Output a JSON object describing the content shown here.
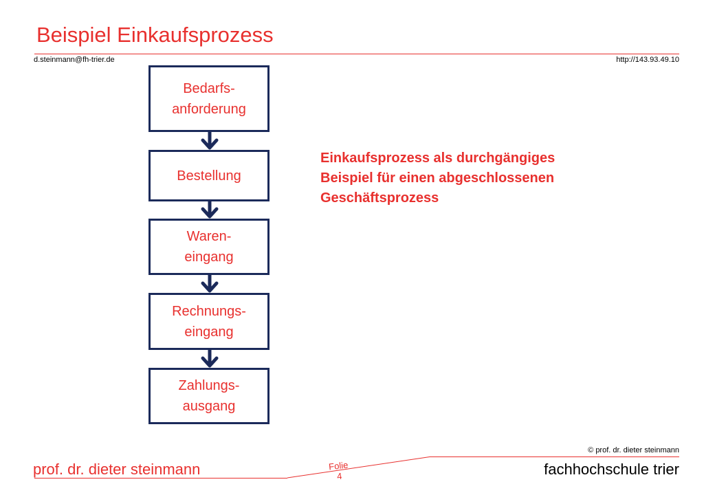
{
  "slide": {
    "title": "Beispiel Einkaufsprozess",
    "email": "d.steinmann@fh-trier.de",
    "url": "http://143.93.49.10"
  },
  "flow": {
    "steps": [
      {
        "line1": "Bedarfs-",
        "line2": "anforderung"
      },
      {
        "line1": "Bestellung",
        "line2": ""
      },
      {
        "line1": "Waren-",
        "line2": "eingang"
      },
      {
        "line1": "Rechnungs-",
        "line2": "eingang"
      },
      {
        "line1": "Zahlungs-",
        "line2": "ausgang"
      }
    ]
  },
  "note": {
    "text": "Einkaufsprozess als durchgängiges Beispiel für einen abgeschlossenen Geschäftsprozess"
  },
  "footer": {
    "author": "prof. dr. dieter steinmann",
    "school": "fachhochschule trier",
    "copyright": "© prof. dr. dieter steinmann",
    "folie_label": "Folie",
    "folie_number": "4"
  },
  "colors": {
    "accent": "#e8302e",
    "box_border": "#1b2a5a",
    "arrow": "#1b2a5a",
    "rule": "#e8302e"
  }
}
